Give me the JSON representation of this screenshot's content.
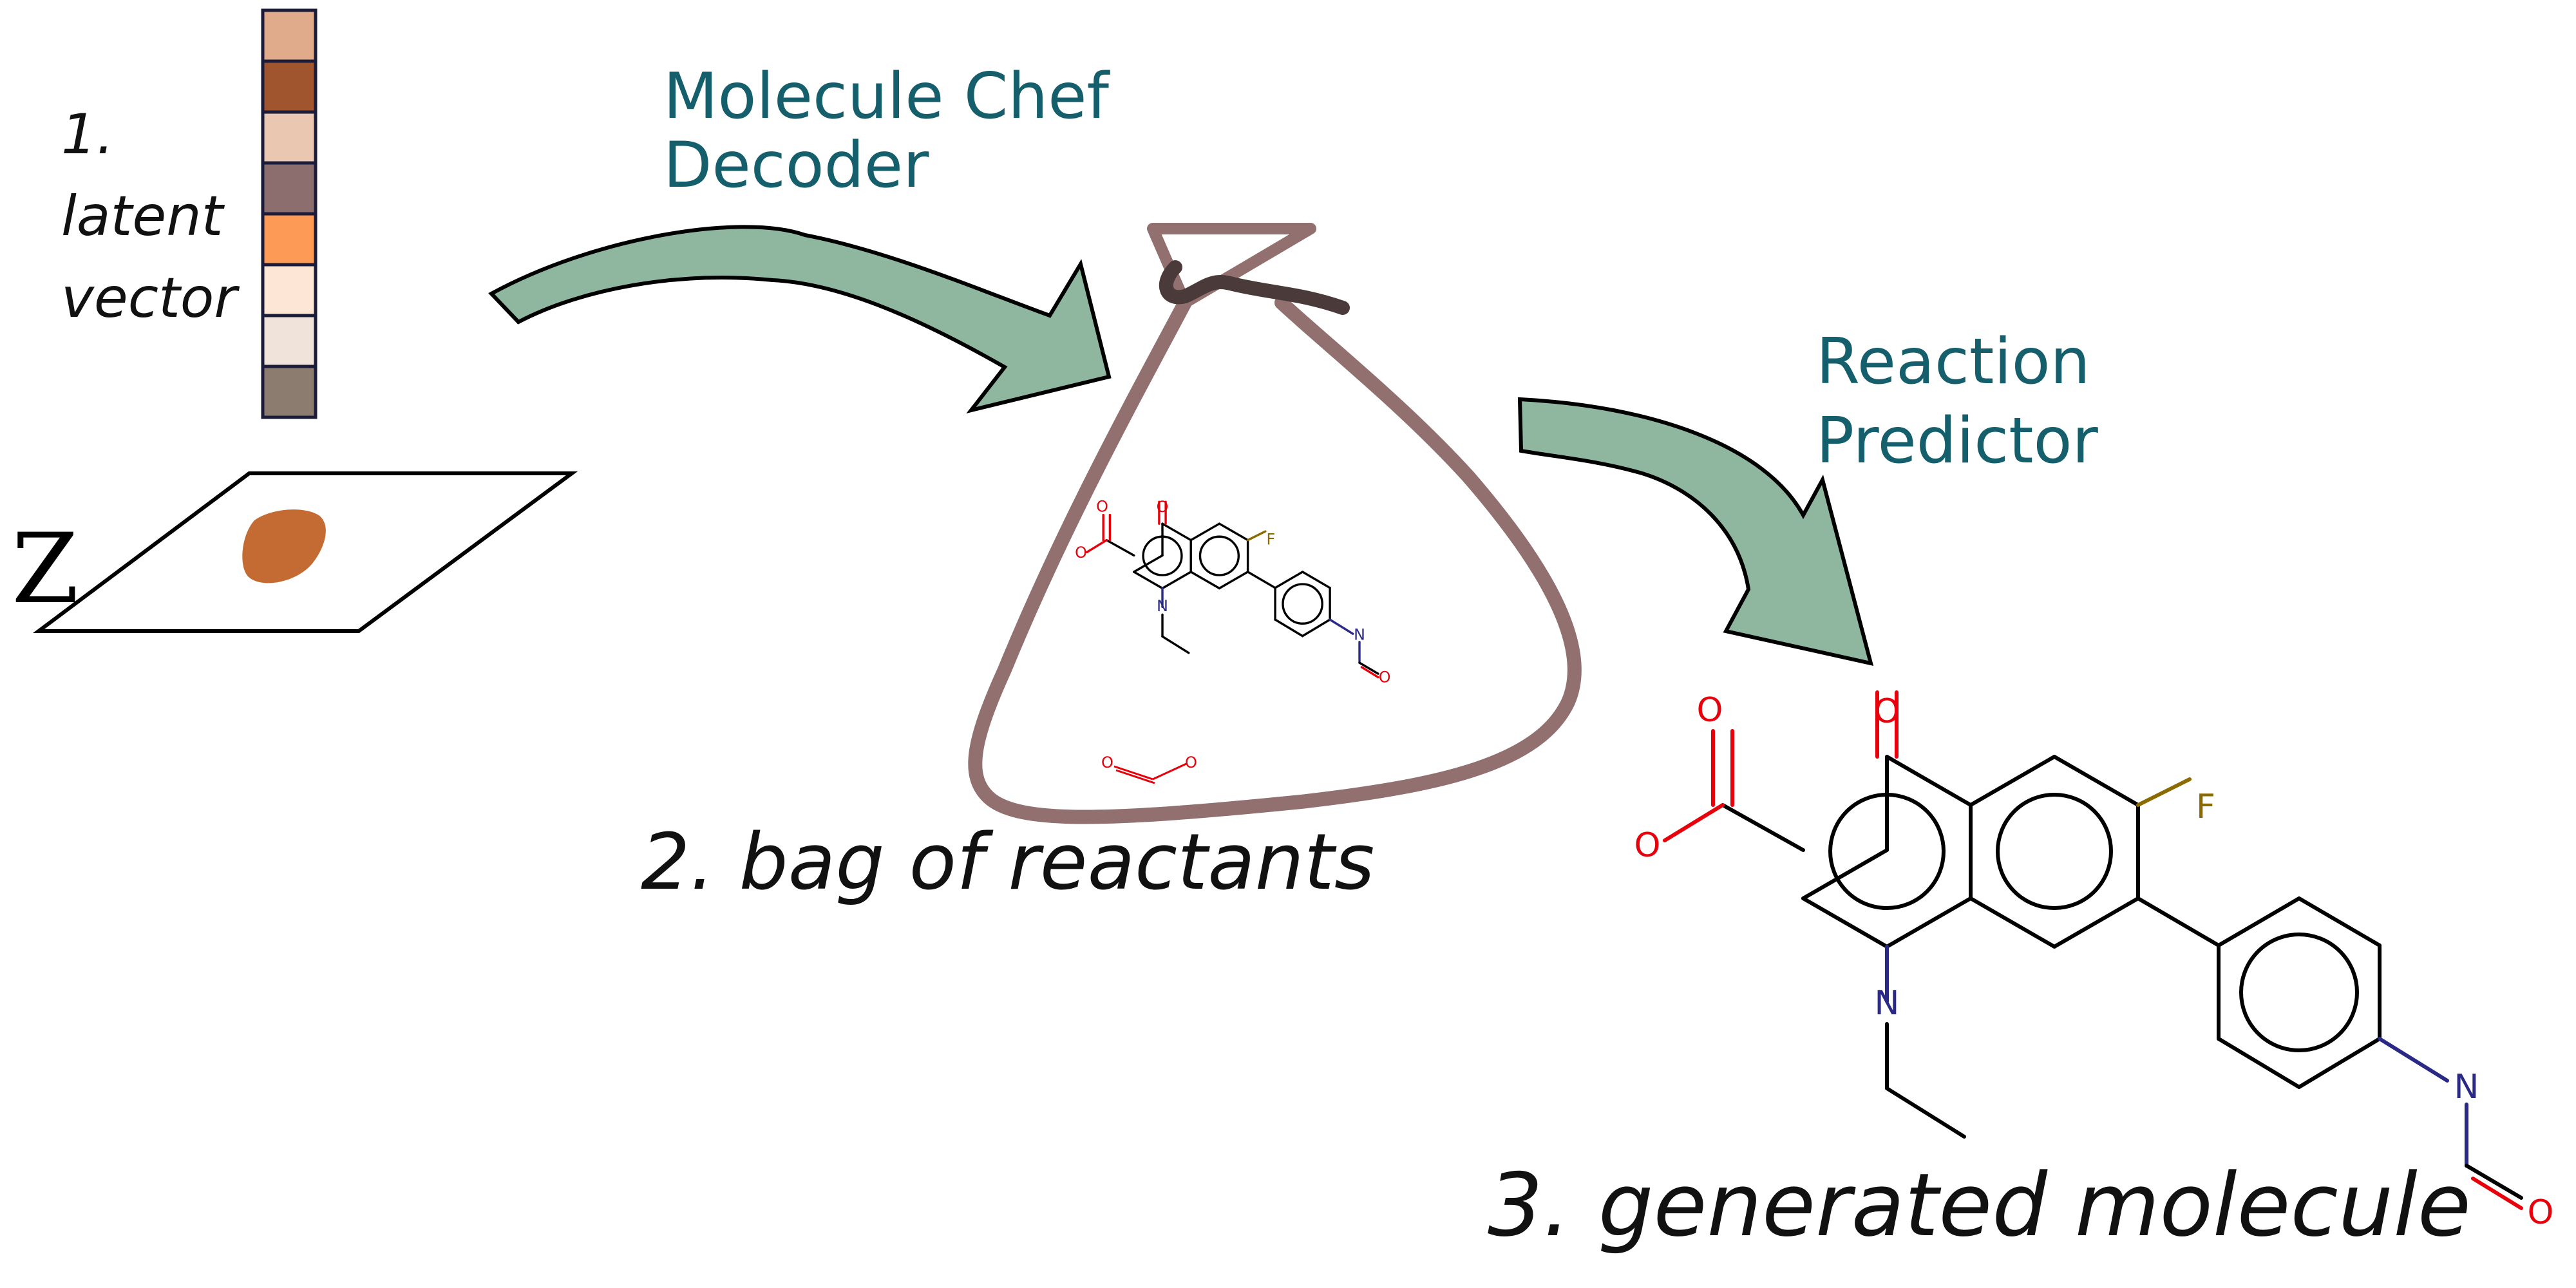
{
  "labels": {
    "latent_line1": "1.",
    "latent_line2": "latent",
    "latent_line3": "vector",
    "z_symbol": "Z",
    "decoder_line1": "Molecule Chef",
    "decoder_line2": "Decoder",
    "bag_caption": "2. bag of reactants",
    "predictor_line1": "Reaction",
    "predictor_line2": "Predictor",
    "generated_caption": "3. generated molecule"
  },
  "atoms": {
    "O": "O",
    "F": "F",
    "N": "N"
  },
  "latent_vector_colors": [
    "#e0ab8b",
    "#a0552e",
    "#e9c7b1",
    "#8d6e6e",
    "#fd9a56",
    "#fde6d5",
    "#efe3da",
    "#8c7b6f"
  ],
  "colors": {
    "title_teal": "#155f6c",
    "arrow_fill": "#8fb7a0",
    "bag_brown": "#937070",
    "knot_dark": "#4a3a3a",
    "latent_point": "#c46b34",
    "oxygen": "#e8000b",
    "nitrogen": "#2a2a86",
    "fluorine": "#8b6b00"
  }
}
